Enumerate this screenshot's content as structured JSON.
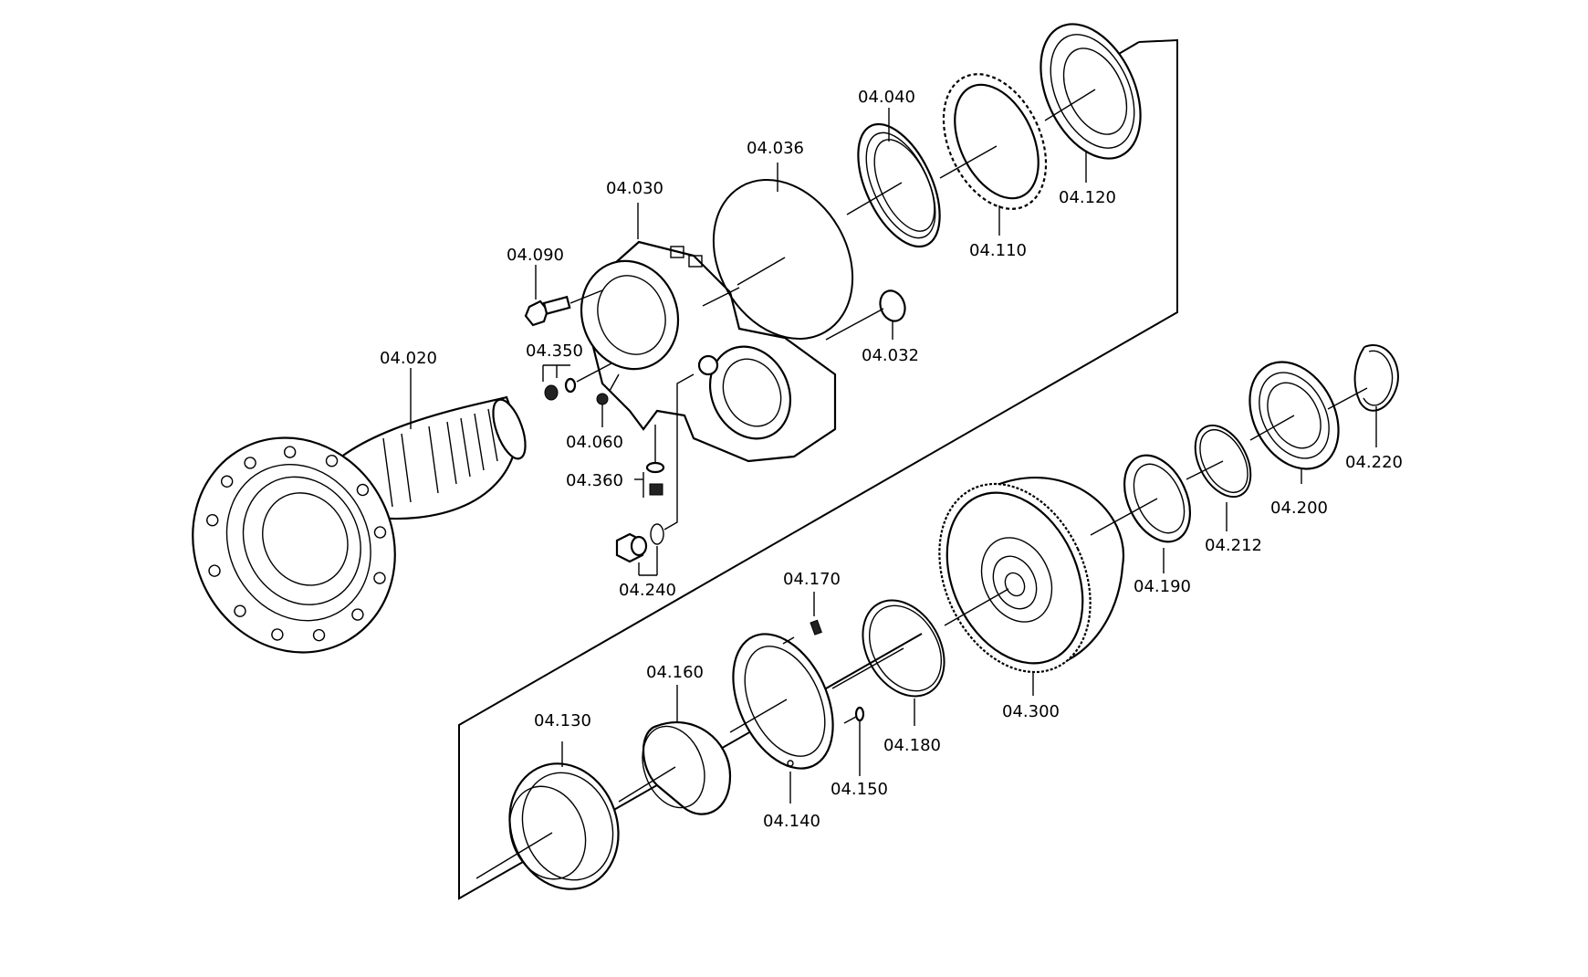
{
  "diagram": {
    "labels": {
      "p04_020": "04.020",
      "p04_030": "04.030",
      "p04_032": "04.032",
      "p04_036": "04.036",
      "p04_040": "04.040",
      "p04_060": "04.060",
      "p04_090": "04.090",
      "p04_110": "04.110",
      "p04_120": "04.120",
      "p04_130": "04.130",
      "p04_140": "04.140",
      "p04_150": "04.150",
      "p04_160": "04.160",
      "p04_170": "04.170",
      "p04_180": "04.180",
      "p04_190": "04.190",
      "p04_200": "04.200",
      "p04_212": "04.212",
      "p04_220": "04.220",
      "p04_240": "04.240",
      "p04_300": "04.300",
      "p04_350": "04.350",
      "p04_360": "04.360"
    }
  }
}
